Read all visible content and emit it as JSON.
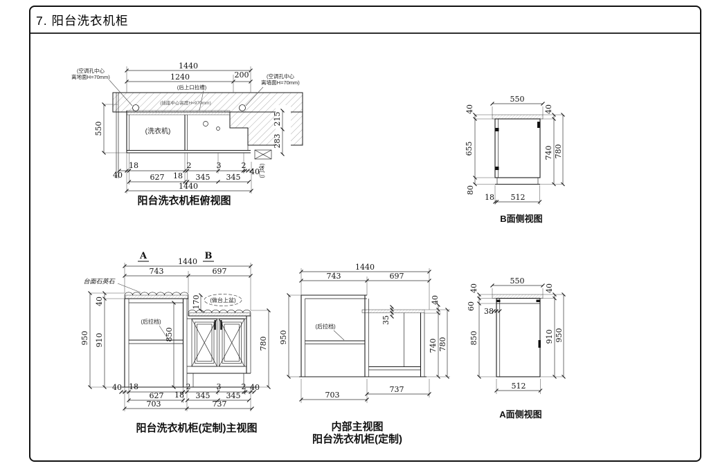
{
  "page": {
    "title": "7. 阳台洗衣机柜"
  },
  "top_view": {
    "caption": "阳台洗衣机柜俯视图",
    "labels": {
      "ac_left_line1": "(空调孔中心",
      "ac_left_line2": "离地面H=70mm)",
      "rail": "(后上口拉槽)",
      "socket": "(插座中心高度H=970mm)",
      "ac_right_line1": "(空调孔中心",
      "ac_right_line2": "离墙面H=70mm)",
      "washer": "(洗衣机)",
      "door_pier": "(门垛)"
    },
    "dims": {
      "w_total_top": "1440",
      "w_1240": "1240",
      "w_200": "200",
      "depth_550": "550",
      "wall_215": "215",
      "wall_283": "283",
      "gap_40l": "40",
      "panel_18l": "18",
      "inner_627": "627",
      "panel_18r": "18",
      "gap_2a": "2",
      "door_345a": "345",
      "gap_3": "3",
      "door_345b": "345",
      "gap_2b": "2",
      "pier_40": "40",
      "w_total_bottom": "1440"
    }
  },
  "b_side": {
    "caption": "B面侧视图",
    "dims": {
      "top_550": "550",
      "t_40l": "40",
      "h_655": "655",
      "kick_80": "80",
      "inset_18": "18",
      "w_512": "512",
      "t_40r": "40",
      "h_740": "740",
      "h_780": "780"
    }
  },
  "front_view": {
    "caption": "阳台洗衣机柜(定制)主视图",
    "section_a": "A",
    "section_b": "B",
    "labels": {
      "counter": "台面石英石",
      "basin": "(做台上盆)",
      "rail": "(后拉档)"
    },
    "dims": {
      "w_1440": "1440",
      "w_743": "743",
      "w_697": "697",
      "step_170": "170",
      "t_40": "40",
      "h_950": "950",
      "h_910": "910",
      "h_850": "850",
      "h_780": "780",
      "b_40l": "40",
      "b_18a": "18",
      "b_627": "627",
      "b_703": "703",
      "b_18b": "18",
      "b_2a": "2",
      "b_345a": "345",
      "b_3": "3",
      "b_345b": "345",
      "b_2b": "2",
      "b_40r": "40",
      "b_737": "737"
    }
  },
  "internal_view": {
    "caption_line1": "内部主视图",
    "caption_line2": "阳台洗衣机柜(定制)",
    "labels": {
      "rail": "(后拉档)"
    },
    "dims": {
      "w_1440": "1440",
      "w_743": "743",
      "w_697": "697",
      "h_950": "950",
      "t_35": "35",
      "t_40": "40",
      "h_740": "740",
      "h_780": "780",
      "b_703": "703",
      "b_737": "737"
    }
  },
  "a_side": {
    "caption": "A面侧视图",
    "dims": {
      "top_550": "550",
      "t_40l": "40",
      "f_60": "60",
      "f_38": "38",
      "h_850": "850",
      "t_40r": "40",
      "h_910": "910",
      "h_950": "950",
      "w_512": "512"
    }
  }
}
